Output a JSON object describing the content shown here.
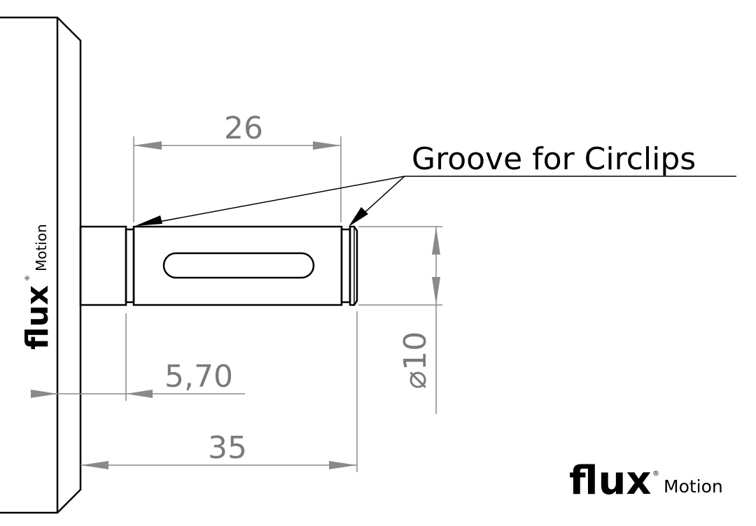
{
  "drawing": {
    "dimensions": {
      "groove_spacing": "26",
      "groove_offset": "5,70",
      "shaft_length": "35",
      "shaft_diameter": "⌀10"
    },
    "callout": "Groove for Circlips"
  },
  "logo": {
    "brand": "flux",
    "registered": "®",
    "sub": "Motion"
  }
}
